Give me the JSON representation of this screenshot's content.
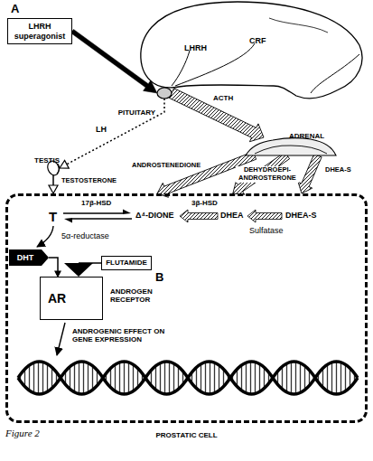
{
  "diagram": {
    "caption": "Figure 2",
    "nodes": [
      {
        "text": [
          "LHRH superagonist"
        ]
      },
      {
        "text": [
          "LHRH",
          "CRF"
        ]
      },
      {
        "text": [
          "PITUITARY"
        ]
      },
      {
        "text": [
          "TESTIS"
        ]
      },
      {
        "text": [
          "ADRENAL"
        ]
      },
      {
        "text": [
          "PROSTATIC CELL"
        ]
      },
      {
        "text": [
          "DHT"
        ],
        "in": 5
      },
      {
        "text": [
          "FLUTAMIDE"
        ],
        "in": 5
      },
      {
        "text": [
          "AR"
        ],
        "in": 5
      }
    ],
    "edges": [
      {
        "from": 0,
        "to": 2,
        "arrow": "to"
      },
      {
        "from": 2,
        "to": 3,
        "label": "LH",
        "arrow": "to"
      },
      {
        "from": 2,
        "to": 4,
        "label": "ACTH",
        "arrow": "to"
      },
      {
        "from": 3,
        "to": 5,
        "label": "TESTOSTERONE",
        "arrow": "to"
      },
      {
        "from": 4,
        "to": 5,
        "label": "ANDROSTENEDIONE",
        "arrow": "to"
      },
      {
        "from": 4,
        "to": 5,
        "label": "DEHYDROEPI- ANDROSTERONE",
        "arrow": "to"
      },
      {
        "from": 4,
        "to": 5,
        "label": "DHEA-S",
        "arrow": "to"
      },
      {
        "from": 6,
        "to": 8,
        "arrow": "to"
      },
      {
        "from": 7,
        "to": 8,
        "arrow": "to"
      }
    ],
    "labels": [
      "A",
      "17β-HSD",
      "T",
      "Δ⁴-DIONE",
      "3β-HSD",
      "DHEA",
      "DHEA-S",
      "Sulfatase",
      "5α-reductase",
      "B",
      "ANDROGEN RECEPTOR",
      "ANDROGENIC EFFECT ON GENE EXPRESSION"
    ]
  }
}
